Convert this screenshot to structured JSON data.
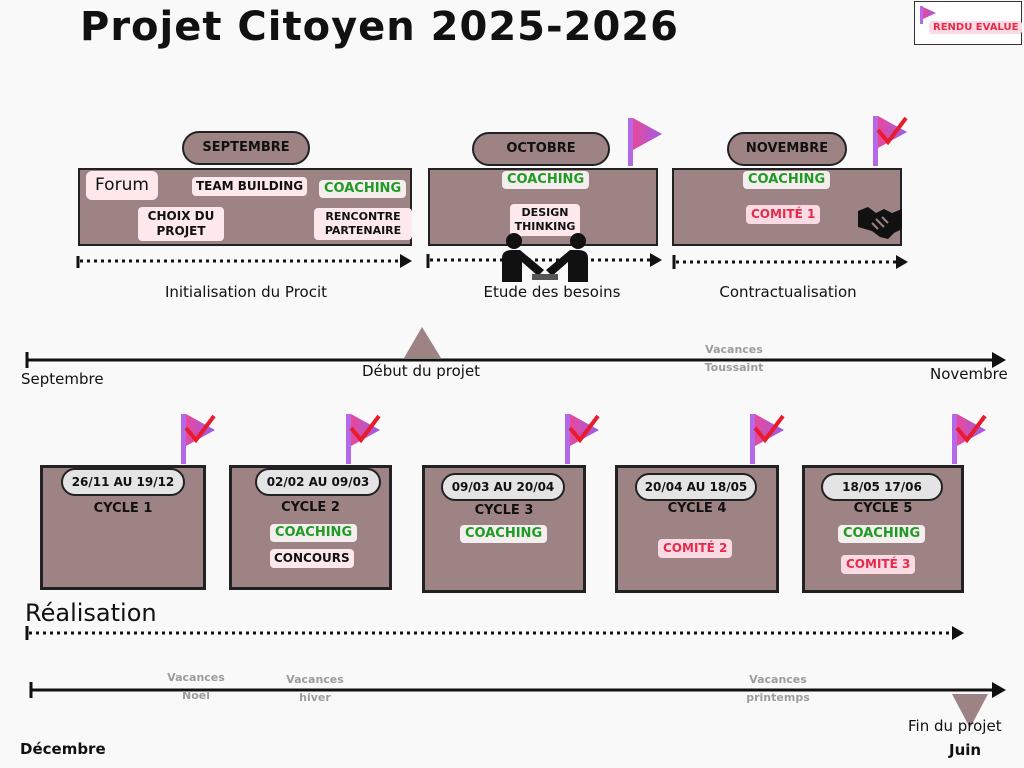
{
  "title": "Projet Citoyen 2025-2026",
  "legend": {
    "label": "RENDU EVALUE"
  },
  "phases_top": [
    {
      "month": "SEPTEMBRE",
      "phase_label": "Initialisation du Procit",
      "items": [
        "Forum",
        "TEAM BUILDING",
        "COACHING",
        "CHOIX DU PROJET",
        "RENCONTRE PARTENAIRE"
      ]
    },
    {
      "month": "OCTOBRE",
      "phase_label": "Etude des besoins",
      "items": [
        "COACHING",
        "DESIGN THINKING"
      ]
    },
    {
      "month": "NOVEMBRE",
      "phase_label": "Contractualisation",
      "items": [
        "COACHING",
        "COMITÉ 1"
      ]
    }
  ],
  "timeline1": {
    "start": "Septembre",
    "end": "Novembre",
    "milestone": "Début du projet",
    "vacances": {
      "line1": "Vacances",
      "line2": "Toussaint"
    }
  },
  "cycles": [
    {
      "dates": "26/11 AU 19/12",
      "name": "CYCLE 1",
      "items": []
    },
    {
      "dates": "02/02 AU 09/03",
      "name": "CYCLE 2",
      "items": [
        "COACHING",
        "CONCOURS"
      ]
    },
    {
      "dates": "09/03 AU 20/04",
      "name": "CYCLE 3",
      "items": [
        "COACHING"
      ]
    },
    {
      "dates": "20/04 AU 18/05",
      "name": "CYCLE 4",
      "items": [
        "COMITÉ 2"
      ]
    },
    {
      "dates": "18/05 17/06",
      "name": "CYCLE 5",
      "items": [
        "COACHING",
        "COMITÉ 3"
      ]
    }
  ],
  "realisation_label": "Réalisation",
  "timeline2": {
    "start": "Décembre",
    "end": "Juin",
    "milestone": "Fin du projet",
    "vacances": [
      {
        "line1": "Vacances",
        "line2": "Noël"
      },
      {
        "line1": "Vacances",
        "line2": "hiver"
      },
      {
        "line1": "Vacances",
        "line2": "printemps"
      }
    ]
  },
  "colors": {
    "box": "#9e8385",
    "coaching": "#1f9a22",
    "comite": "#e82a4a",
    "flag_pink": "#e8489a",
    "flag_purple": "#9b5de5",
    "check": "#e81c2a"
  }
}
